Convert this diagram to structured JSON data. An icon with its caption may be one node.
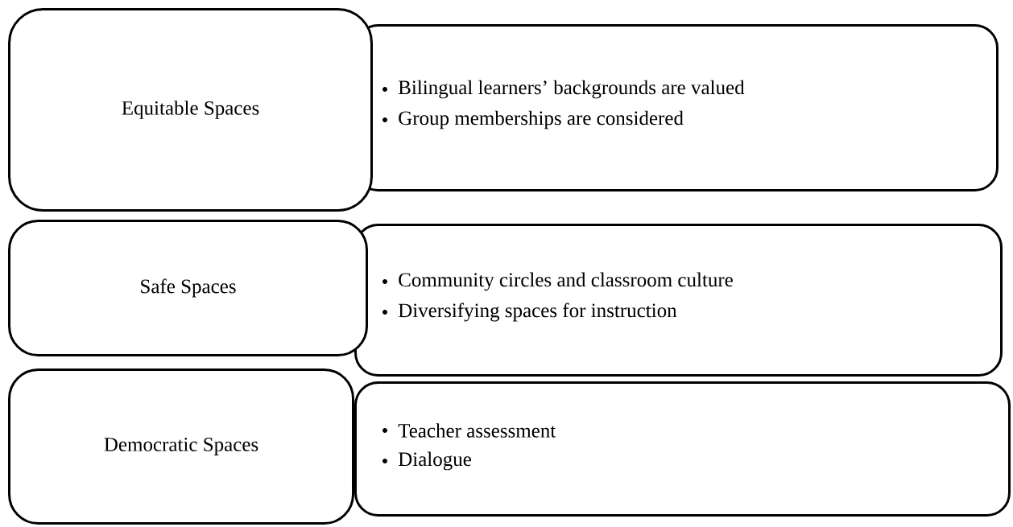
{
  "diagram": {
    "nodes": [
      {
        "text": [
          "Equitable Spaces"
        ]
      },
      {
        "text": [
          "Bilingual learners’ backgrounds are valued",
          "Group memberships are considered"
        ]
      },
      {
        "text": [
          "Safe Spaces"
        ]
      },
      {
        "text": [
          "Community circles and classroom culture",
          "Diversifying spaces for instruction"
        ]
      },
      {
        "text": [
          "Democratic Spaces"
        ]
      },
      {
        "text": [
          "Teacher assessment",
          "Dialogue"
        ]
      }
    ]
  }
}
